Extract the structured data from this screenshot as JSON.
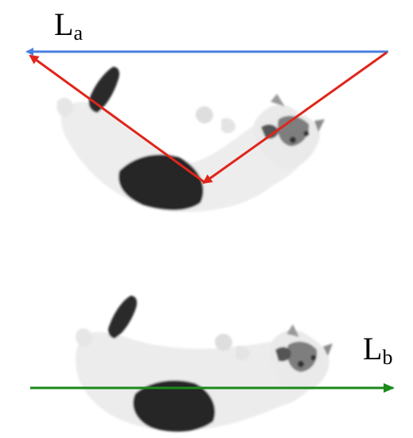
{
  "labels": {
    "top_main": "L",
    "top_sub": "a",
    "bottom_main": "L",
    "bottom_sub": "b"
  },
  "colors": {
    "La_arrow": "#4a7fe0",
    "folded_arrows": "#e0251b",
    "Lb_arrow": "#1a8a1a",
    "fur_white": "#ececec",
    "fur_dark": "#2a2a2a",
    "fur_gray": "#8c8c8c"
  }
}
